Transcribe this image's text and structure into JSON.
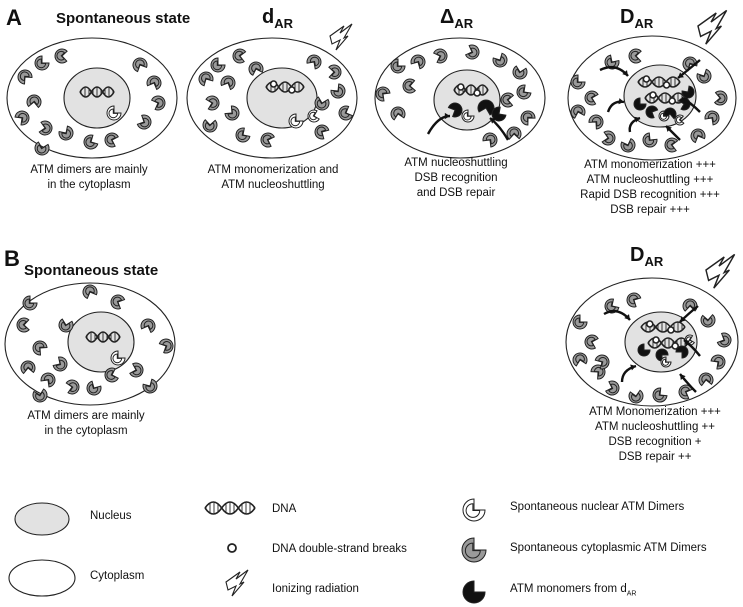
{
  "panels": {
    "a": {
      "letter": "A",
      "title": "Spontaneous state",
      "conditions": [
        {
          "main": "d",
          "sub": "AR"
        },
        {
          "main": "Δ",
          "sub": "AR"
        },
        {
          "main": "D",
          "sub": "AR"
        }
      ],
      "captions": [
        [
          "ATM dimers are mainly",
          "in the cytoplasm"
        ],
        [
          "ATM monomerization and",
          "ATM nucleoshuttling"
        ],
        [
          "ATM nucleoshuttling",
          "DSB recognition",
          "and DSB repair"
        ],
        [
          "ATM monomerization +++",
          "ATM nucleoshuttling +++",
          "Rapid DSB recognition +++",
          "DSB repair +++"
        ]
      ]
    },
    "b": {
      "letter": "B",
      "title": "Spontaneous state",
      "condition": {
        "main": "D",
        "sub": "AR"
      },
      "captions": [
        [
          "ATM dimers are mainly",
          "in the cytoplasm"
        ],
        [
          "ATM Monomerization +++",
          "ATM nucleoshuttling ++",
          "DSB recognition +",
          "DSB repair ++"
        ]
      ]
    }
  },
  "legend": {
    "nucleus": "Nucleus",
    "cytoplasm": "Cytoplasm",
    "dna": "DNA",
    "dsb": "DNA double-strand breaks",
    "ionizing": "Ionizing radiation",
    "nuclear_dimers": "Spontaneous nuclear ATM Dimers",
    "cyto_dimers": "Spontaneous cytoplasmic ATM Dimers",
    "monomers": "ATM monomers from d",
    "monomers_sub": "AR"
  },
  "icons": [
    "cell-icon",
    "nucleus-icon",
    "dna-helix-icon",
    "dsb-ring-icon",
    "lightning-icon",
    "atm-dimer-icon",
    "atm-monomer-icon",
    "shuttle-arrow-icon"
  ],
  "colors": {
    "nucleus_fill": "#e2e2e2",
    "cyto_dimer_fill": "#9a9a9a",
    "monomer_fill": "#111111",
    "outline": "#222222"
  }
}
